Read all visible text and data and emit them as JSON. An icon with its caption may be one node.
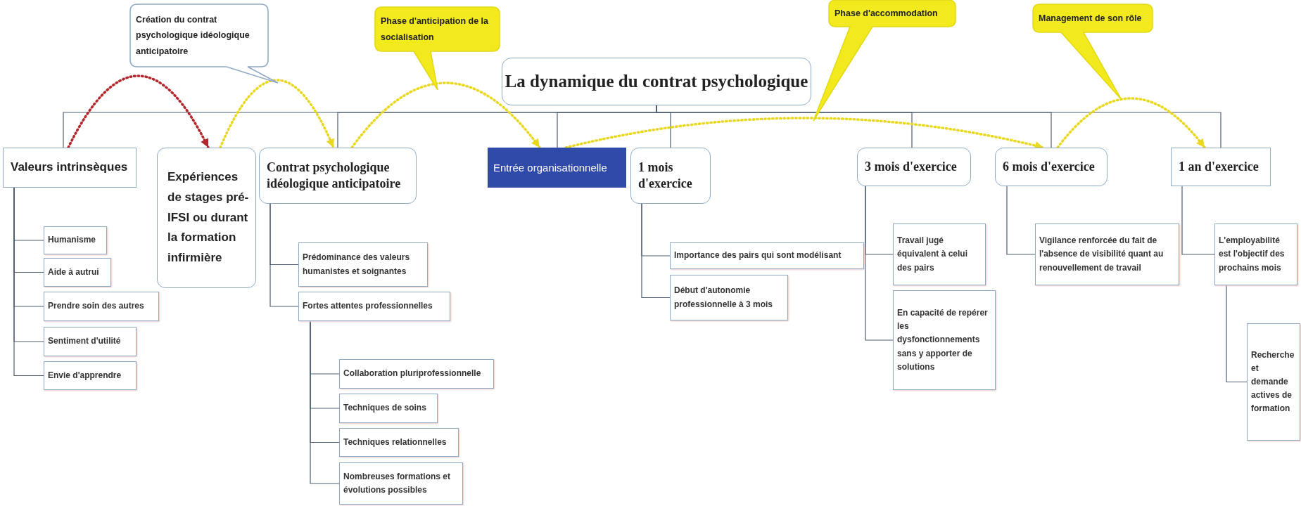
{
  "diagram": {
    "nodes": [
      {
        "text": [
          "Création du contrat psychologique idéologique anticipatoire"
        ]
      },
      {
        "text": [
          "Phase d'anticipation de la socialisation"
        ]
      },
      {
        "text": [
          "Phase d'accommodation"
        ]
      },
      {
        "text": [
          "Management de son rôle"
        ]
      },
      {
        "text": [
          "La dynamique du contrat psychologique"
        ]
      },
      {
        "text": [
          "Valeurs intrinsèques"
        ]
      },
      {
        "text": [
          "Expériences de stages pré-IFSI ou durant la formation infirmière"
        ]
      },
      {
        "text": [
          "Contrat psychologique idéologique anticipatoire"
        ]
      },
      {
        "text": [
          "Entrée organisationnelle"
        ]
      },
      {
        "text": [
          "1 mois d'exercice"
        ]
      },
      {
        "text": [
          "3 mois d'exercice"
        ]
      },
      {
        "text": [
          "6 mois d'exercice"
        ]
      },
      {
        "text": [
          "1 an d'exercice"
        ]
      },
      {
        "text": [
          "Humanisme"
        ]
      },
      {
        "text": [
          "Aide à autrui"
        ]
      },
      {
        "text": [
          "Prendre soin des autres"
        ]
      },
      {
        "text": [
          "Sentiment d'utilité"
        ]
      },
      {
        "text": [
          "Envie d'apprendre"
        ]
      },
      {
        "text": [
          "Prédominance des valeurs humanistes et soignantes"
        ]
      },
      {
        "text": [
          "Fortes attentes professionnelles"
        ]
      },
      {
        "text": [
          "Collaboration pluriprofessionnelle"
        ]
      },
      {
        "text": [
          "Techniques de soins"
        ]
      },
      {
        "text": [
          "Techniques relationnelles"
        ]
      },
      {
        "text": [
          "Nombreuses formations et évolutions possibles"
        ]
      },
      {
        "text": [
          "Importance des pairs qui sont modélisant"
        ]
      },
      {
        "text": [
          "Début d'autonomie professionnelle à 3 mois"
        ]
      },
      {
        "text": [
          "Travail jugé équivalent à celui des pairs"
        ]
      },
      {
        "text": [
          "En capacité de repérer les dysfonctionnements sans y apporter de solutions"
        ]
      },
      {
        "text": [
          "Vigilance renforcée du fait de l'absence de visibilité quant au renouvellement de travail"
        ]
      },
      {
        "text": [
          "L'employabilité est l'objectif des prochains mois"
        ]
      },
      {
        "text": [
          "Recherche et demande actives de formation"
        ]
      }
    ],
    "edges": [
      {
        "from": 4,
        "to": 5,
        "arrow": "none"
      },
      {
        "from": 4,
        "to": 7,
        "arrow": "none"
      },
      {
        "from": 4,
        "to": 8,
        "arrow": "none"
      },
      {
        "from": 4,
        "to": 9,
        "arrow": "none"
      },
      {
        "from": 4,
        "to": 10,
        "arrow": "none"
      },
      {
        "from": 4,
        "to": 11,
        "arrow": "none"
      },
      {
        "from": 4,
        "to": 12,
        "arrow": "none"
      },
      {
        "from": 5,
        "to": 13,
        "arrow": "none"
      },
      {
        "from": 5,
        "to": 14,
        "arrow": "none"
      },
      {
        "from": 5,
        "to": 15,
        "arrow": "none"
      },
      {
        "from": 5,
        "to": 16,
        "arrow": "none"
      },
      {
        "from": 5,
        "to": 17,
        "arrow": "none"
      },
      {
        "from": 7,
        "to": 18,
        "arrow": "none"
      },
      {
        "from": 7,
        "to": 19,
        "arrow": "none"
      },
      {
        "from": 19,
        "to": 20,
        "arrow": "none"
      },
      {
        "from": 19,
        "to": 21,
        "arrow": "none"
      },
      {
        "from": 19,
        "to": 22,
        "arrow": "none"
      },
      {
        "from": 19,
        "to": 23,
        "arrow": "none"
      },
      {
        "from": 9,
        "to": 24,
        "arrow": "none"
      },
      {
        "from": 9,
        "to": 25,
        "arrow": "none"
      },
      {
        "from": 10,
        "to": 26,
        "arrow": "none"
      },
      {
        "from": 10,
        "to": 27,
        "arrow": "none"
      },
      {
        "from": 11,
        "to": 28,
        "arrow": "none"
      },
      {
        "from": 12,
        "to": 29,
        "arrow": "none"
      },
      {
        "from": 29,
        "to": 30,
        "arrow": "none"
      },
      {
        "from": 5,
        "to": 6,
        "arrow": "to",
        "style": "dashed",
        "color": "#b3262b"
      },
      {
        "from": 6,
        "to": 7,
        "arrow": "to",
        "style": "dashed",
        "color": "#e8d820"
      },
      {
        "from": 7,
        "to": 8,
        "arrow": "to",
        "style": "dashed",
        "color": "#e8d820"
      },
      {
        "from": 8,
        "to": 11,
        "arrow": "to",
        "style": "dashed",
        "color": "#e8d820"
      },
      {
        "from": 11,
        "to": 12,
        "arrow": "to",
        "style": "dashed",
        "color": "#e8d820"
      }
    ]
  }
}
